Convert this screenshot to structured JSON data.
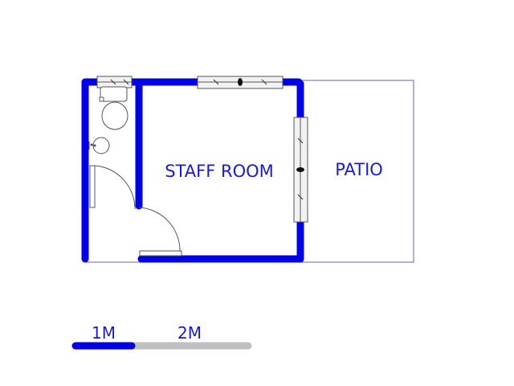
{
  "floorplan": {
    "rooms": [
      {
        "id": "staff-room",
        "label": "STAFF ROOM"
      },
      {
        "id": "patio",
        "label": "PATIO"
      }
    ],
    "fixtures": [
      "toilet",
      "basin",
      "door",
      "window"
    ],
    "colors": {
      "wall": "#0000e6",
      "outline": "#6666aa",
      "label": "#1a1ad0",
      "fixture_stroke": "#555555",
      "window_fill": "#f2f2f2"
    }
  },
  "scale_bar": {
    "labels": [
      "1M",
      "2M"
    ],
    "colors": {
      "filled": "#0000e6",
      "remaining": "#c0c0c0"
    }
  }
}
